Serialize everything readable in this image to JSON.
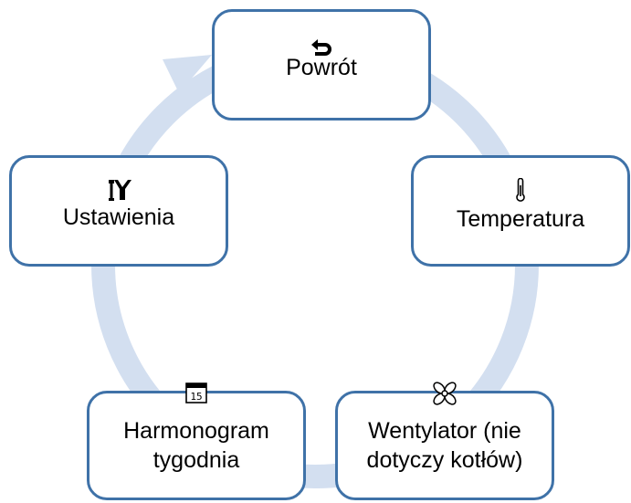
{
  "diagram": {
    "type": "cycle",
    "colors": {
      "node_border": "#3f72a8",
      "node_fill": "#ffffff",
      "ring": "#d3dff0",
      "text": "#000000"
    },
    "nodes": [
      {
        "id": "back",
        "label": "Powrót",
        "icon": "return-arrow-icon"
      },
      {
        "id": "temperature",
        "label": "Temperatura",
        "icon": "thermometer-icon"
      },
      {
        "id": "fan",
        "label": "Wentylator (nie dotyczy kotłów)",
        "icon": "fan-icon"
      },
      {
        "id": "weekly",
        "label": "Harmonogram tygodnia",
        "icon": "calendar-icon",
        "icon_text": "15"
      },
      {
        "id": "settings",
        "label": "Ustawienia",
        "icon": "tools-icon"
      }
    ]
  }
}
